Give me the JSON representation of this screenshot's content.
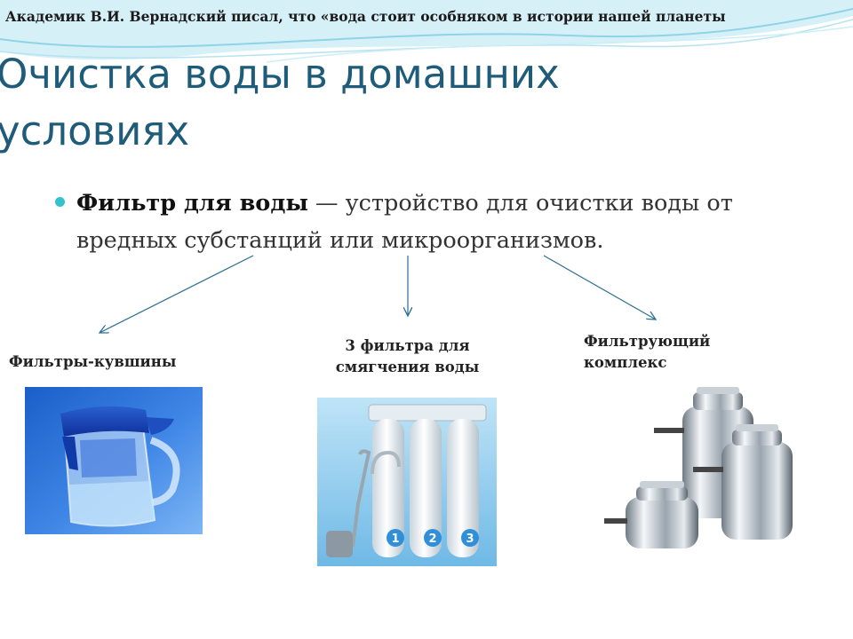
{
  "slide": {
    "quote": "Академик В.И. Вернадский писал, что «вода стоит особняком в истории нашей планеты",
    "title": "Очистка воды в домашних условиях",
    "bullet": {
      "term": "Фильтр для воды",
      "definition": " — устройство для очистки воды от вредных субстанций или микроорганизмов."
    }
  },
  "categories": [
    {
      "label": "Фильтры-кувшины"
    },
    {
      "label": "3 фильтра для смягчения воды",
      "numbers": [
        "1",
        "2",
        "3"
      ]
    },
    {
      "label": "Фильтрующий комплекс"
    }
  ],
  "colors": {
    "title": "#1f5c7a",
    "bullet": "#35c2cc",
    "arrows": "#2c6e8f",
    "wave": "#bfe6f2"
  }
}
